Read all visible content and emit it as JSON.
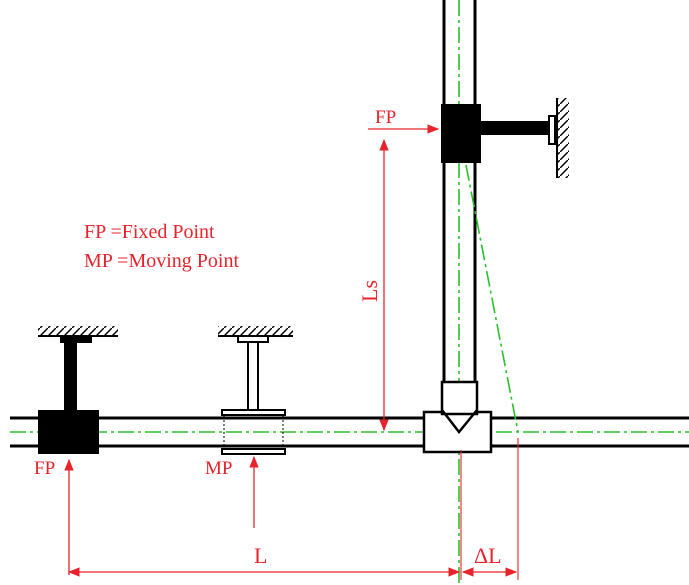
{
  "legend": {
    "fp_line": "FP  =Fixed Point",
    "mp_line": "MP =Moving Point"
  },
  "labels": {
    "fp_top": "FP",
    "fp_bottom": "FP",
    "mp": "MP",
    "ls": "Ls",
    "l": "L",
    "delta_l": "ΔL"
  },
  "colors": {
    "pipe": "#000000",
    "centerline": "#29c229",
    "dimension": "#e8232b"
  }
}
